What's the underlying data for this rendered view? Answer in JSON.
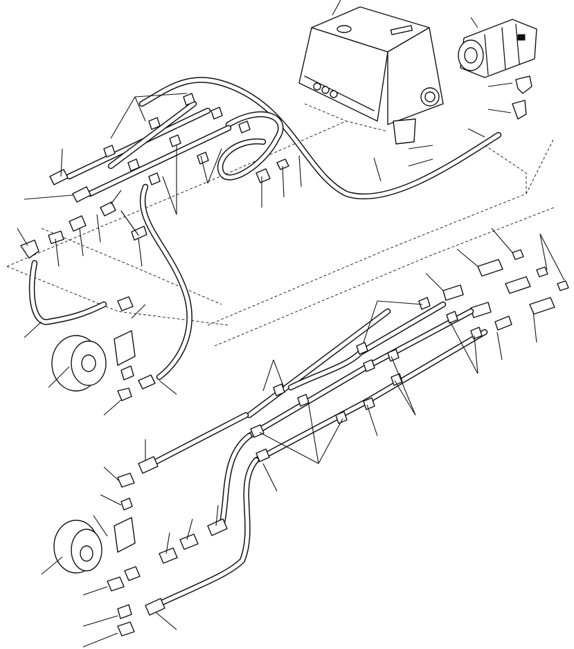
{
  "figure": {
    "style": "exploded isometric line-art parts diagram",
    "line_color": "#111111",
    "background_color": "#ffffff",
    "components": [
      "hydraulic-tank",
      "hydraulic-pump",
      "upper-steering-motor",
      "lower-steering-motor",
      "hydraulic-hoses",
      "hose-clamps",
      "fittings-and-elbows",
      "call-out-leaders"
    ]
  }
}
